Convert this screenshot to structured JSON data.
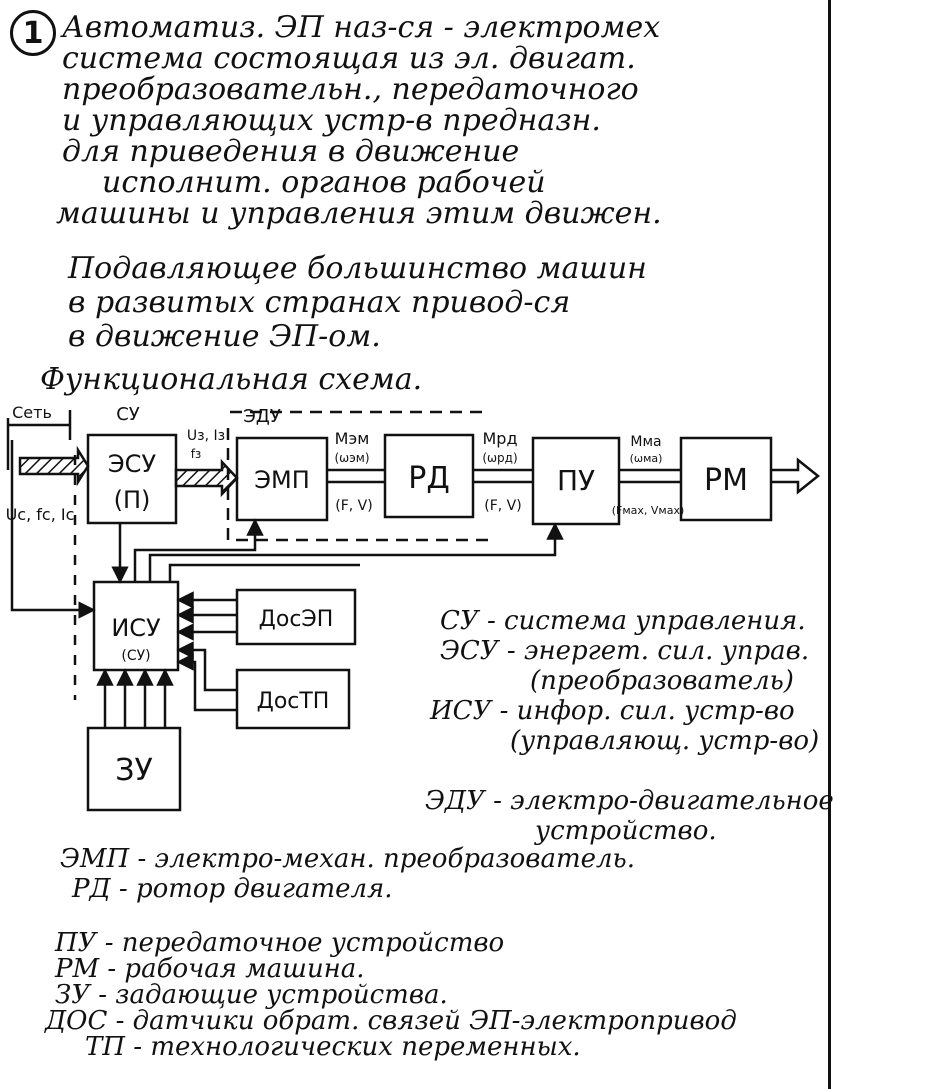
{
  "header": {
    "number": "1",
    "definition_lines": [
      "Автоматиз. ЭП наз-ся - электромех",
      "система состоящая из эл. двигат.",
      "преобразовательн., передаточного",
      "и управляющих устр-в предназн.",
      "для приведения в движение",
      "исполнит. органов рабочей",
      "машины и управления этим движен."
    ],
    "majority_lines": [
      "Подавляющее большинство машин",
      "в развитых странах привод-ся",
      "в движение ЭП-ом."
    ]
  },
  "diagram": {
    "title": "Функциональная схема.",
    "labels": {
      "network": "Сеть",
      "su": "СУ",
      "edu": "ЭДУ",
      "uz_iz": "Uз, Iз",
      "fz": "fз",
      "u_fc_ic": "Uс, fс, Iс",
      "m_em": "Мэм",
      "omega_em": "(ωэм)",
      "f_v_em": "(F, V)",
      "m_rd": "Мрд",
      "omega_rd": "(ωрд)",
      "f_v_rd": "(F, V)",
      "m_ma": "Мма",
      "omega_ma": "(ωма)",
      "f_v_ma": "(Fмах, Vмах)"
    },
    "blocks": {
      "esu": "ЭСУ",
      "esu_sub": "(П)",
      "emp": "ЭМП",
      "rd": "РД",
      "pu": "ПУ",
      "rm": "РМ",
      "isu": "ИСУ",
      "isu_sub": "(СУ)",
      "dos_ep": "ДосЭП",
      "dos_tp": "ДосТП",
      "zu": "ЗУ"
    }
  },
  "legend": {
    "group1": [
      "СУ - система управления.",
      "ЭСУ - энергет. сил. управ.",
      "(преобразователь)",
      "ИСУ - инфор. сил. устр-во",
      "(управляющ. устр-во)"
    ],
    "group2": [
      "ЭДУ - электро-двигательное",
      "устройство."
    ],
    "group3": [
      "ЭМП - электро-механ. преобразователь.",
      "РД - ротор двигателя."
    ],
    "group4": [
      "ПУ - передаточное устройство",
      "РМ - рабочая машина.",
      "ЗУ - задающие устройства.",
      "ДОС - датчики обрат. связей ЭП-электропривод",
      "ТП - технологических переменных."
    ]
  }
}
